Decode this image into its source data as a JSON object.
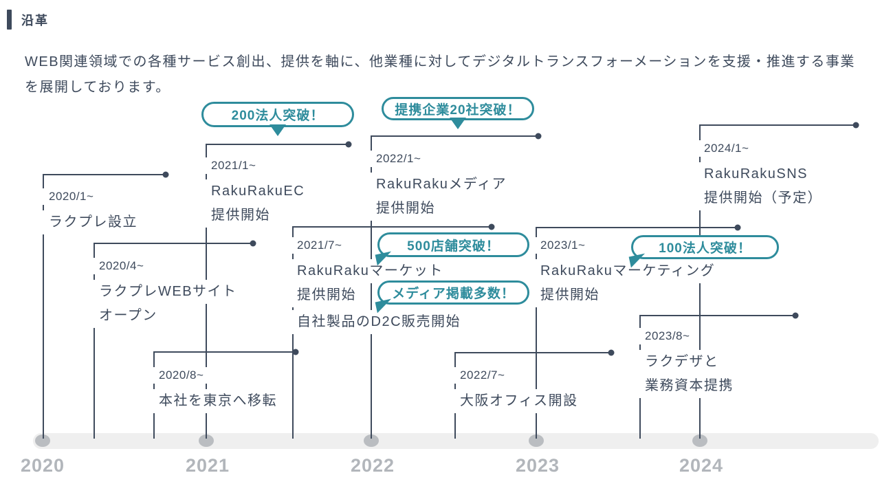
{
  "header": {
    "title": "沿革"
  },
  "intro": {
    "line1": "WEB関連領域での各種サービス創出、提供を軸に、他業種に対してデジタルトランスフォーメーションを支援・推進する事業",
    "line2": "を展開しております。"
  },
  "colors": {
    "navy": "#3e4a5c",
    "teal": "#2e8c9c",
    "year_gray": "#b2b6bb",
    "axis_band_gray": "#efefef",
    "axis_dot_gray": "#babdc1",
    "background": "#ffffff"
  },
  "timeline": {
    "events": [
      {
        "date": "2020/1~",
        "lines": [
          "ラクプレ設立"
        ]
      },
      {
        "date": "2020/4~",
        "lines": [
          "ラクプレWEBサイト",
          "オープン"
        ]
      },
      {
        "date": "2020/8~",
        "lines": [
          "本社を東京へ移転"
        ]
      },
      {
        "date": "2021/1~",
        "lines": [
          "RakuRakuEC",
          "提供開始"
        ]
      },
      {
        "date": "2021/7~",
        "lines": [
          "RakuRakuマーケット",
          "提供開始",
          "自社製品のD2C販売開始"
        ]
      },
      {
        "date": "2022/1~",
        "lines": [
          "RakuRakuメディア",
          "提供開始"
        ]
      },
      {
        "date": "2022/7~",
        "lines": [
          "大阪オフィス開設"
        ]
      },
      {
        "date": "2023/1~",
        "lines": [
          "RakuRakuマーケティング",
          "提供開始"
        ]
      },
      {
        "date": "2023/8~",
        "lines": [
          "ラクデザと",
          "業務資本提携"
        ]
      },
      {
        "date": "2024/1~",
        "lines": [
          "RakuRakuSNS",
          "提供開始（予定）"
        ]
      }
    ],
    "badges": [
      {
        "label": "200法人突破！"
      },
      {
        "label": "提携企業20社突破！"
      },
      {
        "label": "500店舗突破！"
      },
      {
        "label": "メディア掲載多数！"
      },
      {
        "label": "100法人突破！"
      }
    ],
    "years": [
      "2020",
      "2021",
      "2022",
      "2023",
      "2024"
    ]
  }
}
